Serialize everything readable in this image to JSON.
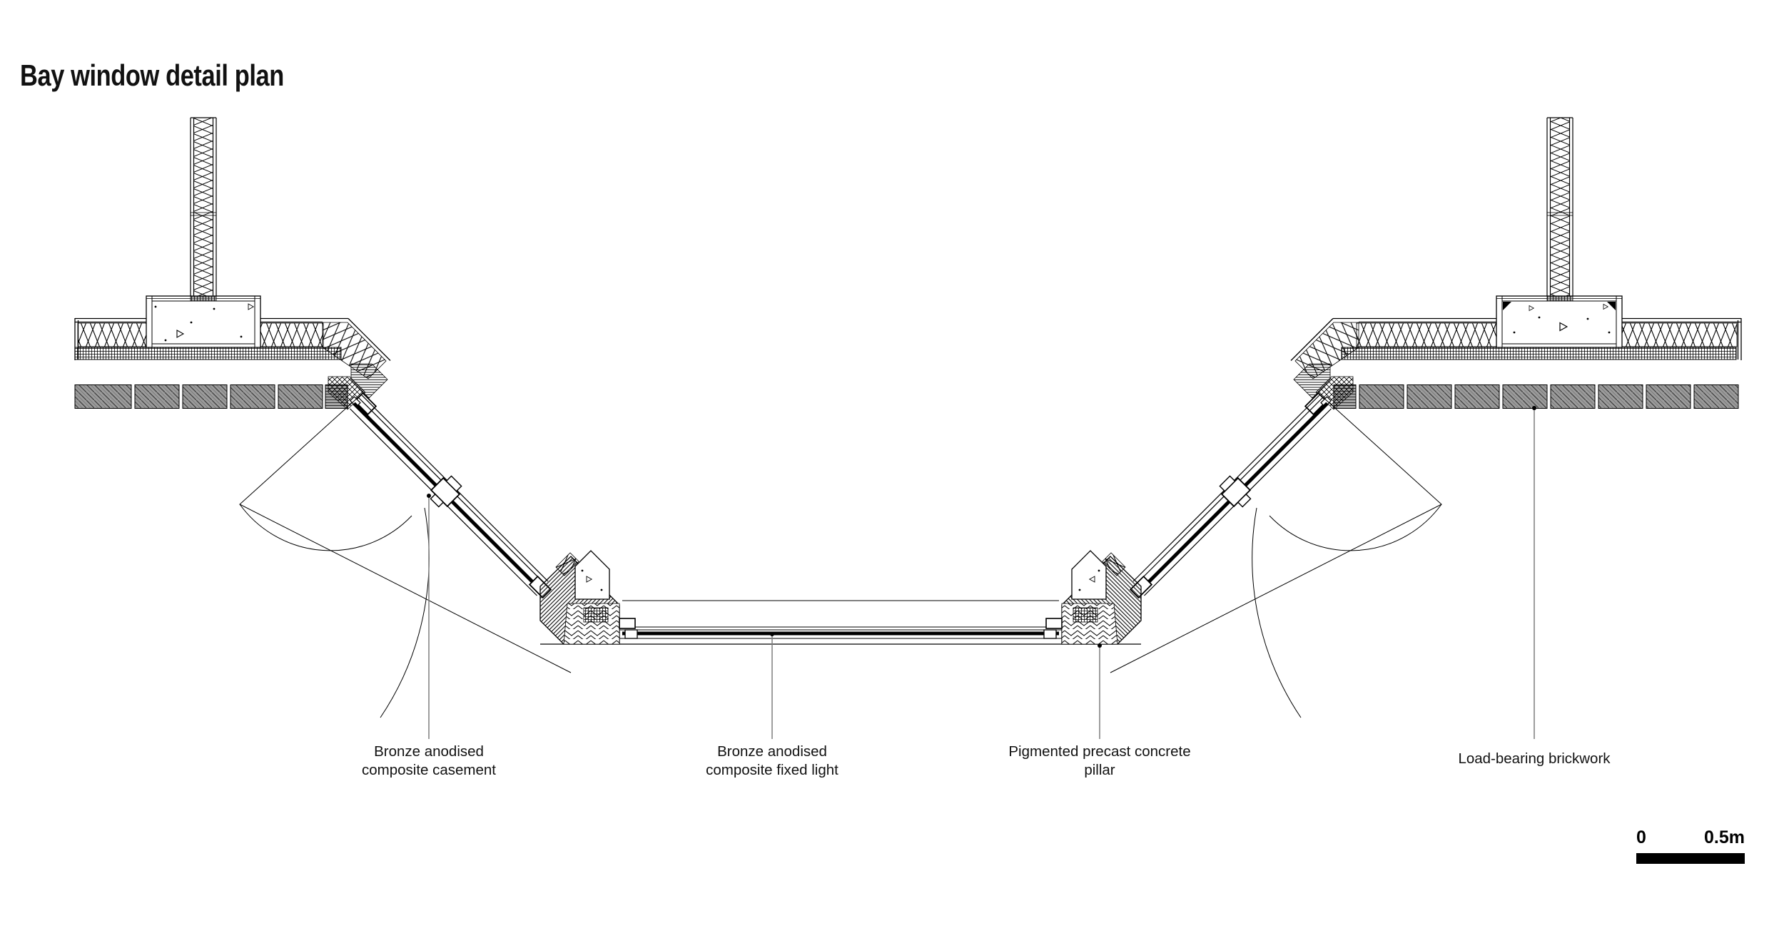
{
  "title": "Bay window detail plan",
  "annotations": {
    "casement": {
      "line1": "Bronze anodised",
      "line2": "composite casement"
    },
    "fixed_light": {
      "line1": "Bronze anodised",
      "line2": "composite fixed light"
    },
    "pillar": {
      "line1": "Pigmented precast concrete",
      "line2": "pillar"
    },
    "brickwork": {
      "line1": "Load-bearing brickwork"
    }
  },
  "scale_bar": {
    "zero": "0",
    "end": "0.5m"
  },
  "colors": {
    "ink": "#000000",
    "text": "#111111",
    "brick_gray": "#9c9c9c",
    "leader_gray": "#7f7f7f",
    "background": "#ffffff"
  },
  "patterns": {
    "batt_insulation": "zigzag-x-chain",
    "dense_blockwork": "fine-grid",
    "brickwork_plan": "gray-diagonal-hatch",
    "precast_concrete_pillar": "dense-diagonal-hatch",
    "pillar_core": "chevron-herringbone",
    "end_block": "gray-horizontal-stripes"
  }
}
